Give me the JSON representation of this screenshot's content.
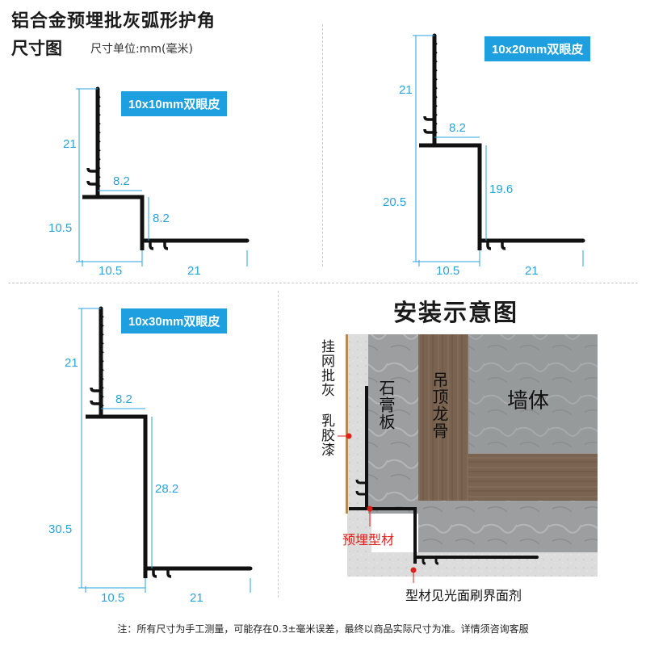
{
  "header": {
    "title": "铝合金预埋批灰弧形护角",
    "subtitle": "尺寸图",
    "unit_note": "尺寸单位:mm(毫米)"
  },
  "panels": [
    {
      "badge": "10x10mm双眼皮",
      "dims": {
        "top_height": "21",
        "inner_top": "8.2",
        "inner_side": "8.2",
        "bottom_height": "10.5",
        "base_left": "10.5",
        "base_right": "21"
      }
    },
    {
      "badge": "10x20mm双眼皮",
      "dims": {
        "top_height": "21",
        "inner_top": "8.2",
        "inner_side": "19.6",
        "bottom_height": "20.5",
        "base_left": "10.5",
        "base_right": "21"
      }
    },
    {
      "badge": "10x30mm双眼皮",
      "dims": {
        "top_height": "21",
        "inner_top": "8.2",
        "inner_side": "28.2",
        "bottom_height": "30.5",
        "base_left": "10.5",
        "base_right": "21"
      }
    }
  ],
  "installation": {
    "title": "安装示意图",
    "labels": {
      "mesh_plaster": "挂网批灰",
      "latex_paint": "乳胶漆",
      "gypsum_board": "石膏板",
      "ceiling_keel": "吊顶龙骨",
      "wall": "墙体",
      "embedded_profile": "预埋型材",
      "visible_face": "型材见光面刷界面剂"
    },
    "colors": {
      "marker": "#e0201c",
      "wood": "#7a6451",
      "stone": "#9a9c9c"
    }
  },
  "footer": {
    "note": "注：所有尺寸为手工测量，可能存在0.3±毫米误差，最终以商品实际尺寸为准。详情须咨询客服"
  },
  "colors": {
    "accent": "#1e9fe0",
    "dimension": "#2aa3dc"
  }
}
